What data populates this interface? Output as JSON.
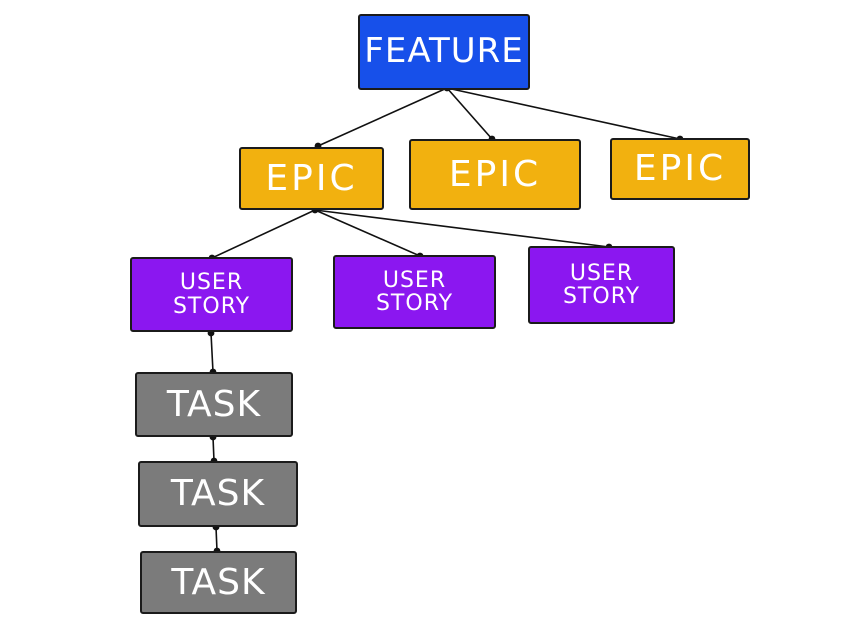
{
  "colors": {
    "feature": "#1750ea",
    "epic": "#f2b10f",
    "user_story": "#8b17f0",
    "task": "#7b7b7b",
    "line": "#111111"
  },
  "nodes": {
    "feature": {
      "label": "FEATURE"
    },
    "epics": [
      {
        "label": "EPIC"
      },
      {
        "label": "EPIC"
      },
      {
        "label": "EPIC"
      }
    ],
    "user_stories": [
      {
        "label": "USER\nSTORY"
      },
      {
        "label": "USER\nSTORY"
      },
      {
        "label": "USER\nSTORY"
      }
    ],
    "tasks": [
      {
        "label": "TASK"
      },
      {
        "label": "TASK"
      },
      {
        "label": "TASK"
      }
    ]
  }
}
